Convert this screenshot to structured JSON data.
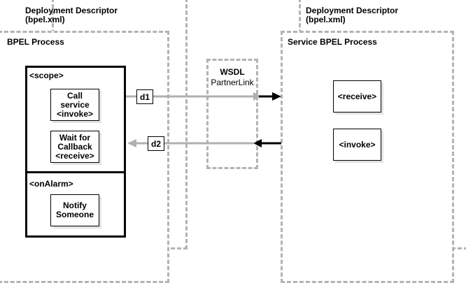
{
  "left": {
    "deployment_descriptor": {
      "title": "Deployment Descriptor",
      "file": "(bpel.xml)"
    },
    "process": {
      "title": "BPEL Process",
      "scope": {
        "label": "<scope>",
        "activities": [
          {
            "lines": [
              "Call",
              "service",
              "<invoke>"
            ]
          },
          {
            "lines": [
              "Wait for",
              "Callback",
              "<receive>"
            ]
          }
        ]
      },
      "on_alarm": {
        "label": "<onAlarm>",
        "activities": [
          {
            "lines": [
              "Notify",
              "Someone"
            ]
          }
        ]
      }
    }
  },
  "wsdl": {
    "title": "WSDL",
    "subtitle": "PartnerLink"
  },
  "messages": [
    {
      "label": "d1",
      "direction": "outbound"
    },
    {
      "label": "d2",
      "direction": "inbound"
    }
  ],
  "right": {
    "deployment_descriptor": {
      "title": "Deployment Descriptor",
      "file": "(bpel.xml)"
    },
    "process": {
      "title": "Service BPEL Process",
      "activities": [
        "<receive>",
        "<invoke>"
      ]
    }
  },
  "colors": {
    "dashed_border": "#b3b3b3",
    "gray_arrow": "#b0b0b0",
    "black_arrow": "#000000"
  }
}
